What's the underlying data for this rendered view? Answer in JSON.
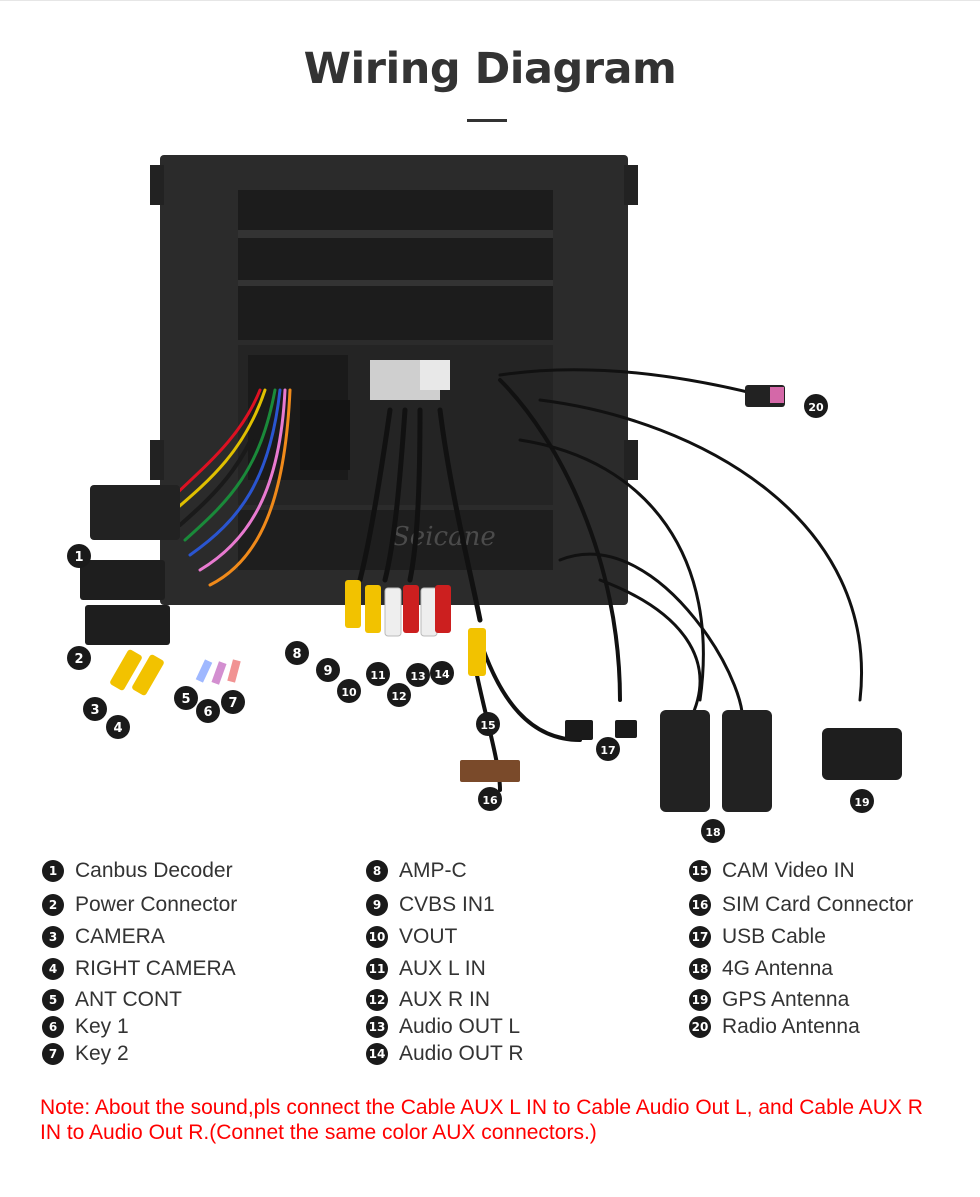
{
  "title": "Wiring Diagram",
  "watermark": "Seicane",
  "callout_numbers": [
    "1",
    "2",
    "3",
    "4",
    "5",
    "6",
    "7",
    "8",
    "9",
    "10",
    "11",
    "12",
    "13",
    "14",
    "15",
    "16",
    "17",
    "18",
    "19",
    "20"
  ],
  "legend": {
    "col1": [
      {
        "num": "1",
        "label": "Canbus Decoder"
      },
      {
        "num": "2",
        "label": "Power Connector"
      },
      {
        "num": "3",
        "label": "CAMERA"
      },
      {
        "num": "4",
        "label": "RIGHT CAMERA"
      },
      {
        "num": "5",
        "label": "ANT CONT"
      },
      {
        "num": "6",
        "label": "Key 1"
      },
      {
        "num": "7",
        "label": "Key 2"
      }
    ],
    "col2": [
      {
        "num": "8",
        "label": "AMP-C"
      },
      {
        "num": "9",
        "label": "CVBS IN1"
      },
      {
        "num": "10",
        "label": "VOUT"
      },
      {
        "num": "11",
        "label": "AUX L IN"
      },
      {
        "num": "12",
        "label": "AUX R IN"
      },
      {
        "num": "13",
        "label": "Audio OUT L"
      },
      {
        "num": "14",
        "label": "Audio OUT R"
      }
    ],
    "col3": [
      {
        "num": "15",
        "label": "CAM Video IN"
      },
      {
        "num": "16",
        "label": "SIM Card Connector"
      },
      {
        "num": "17",
        "label": "USB Cable"
      },
      {
        "num": "18",
        "label": "4G Antenna"
      },
      {
        "num": "19",
        "label": "GPS Antenna"
      },
      {
        "num": "20",
        "label": "Radio Antenna"
      }
    ]
  },
  "note": "Note: About the sound,pls connect the Cable AUX L IN to Cable Audio Out L, and Cable AUX R IN to  Audio Out R.(Connet the same color AUX connectors.)",
  "colors": {
    "note": "#ff0000",
    "title": "#333333",
    "badge": "#1a1a1a",
    "unit_body": "#2b2b2b",
    "rca_yellow": "#f2c200",
    "rca_red": "#cc1f1f",
    "rca_white": "#eeeeee"
  }
}
